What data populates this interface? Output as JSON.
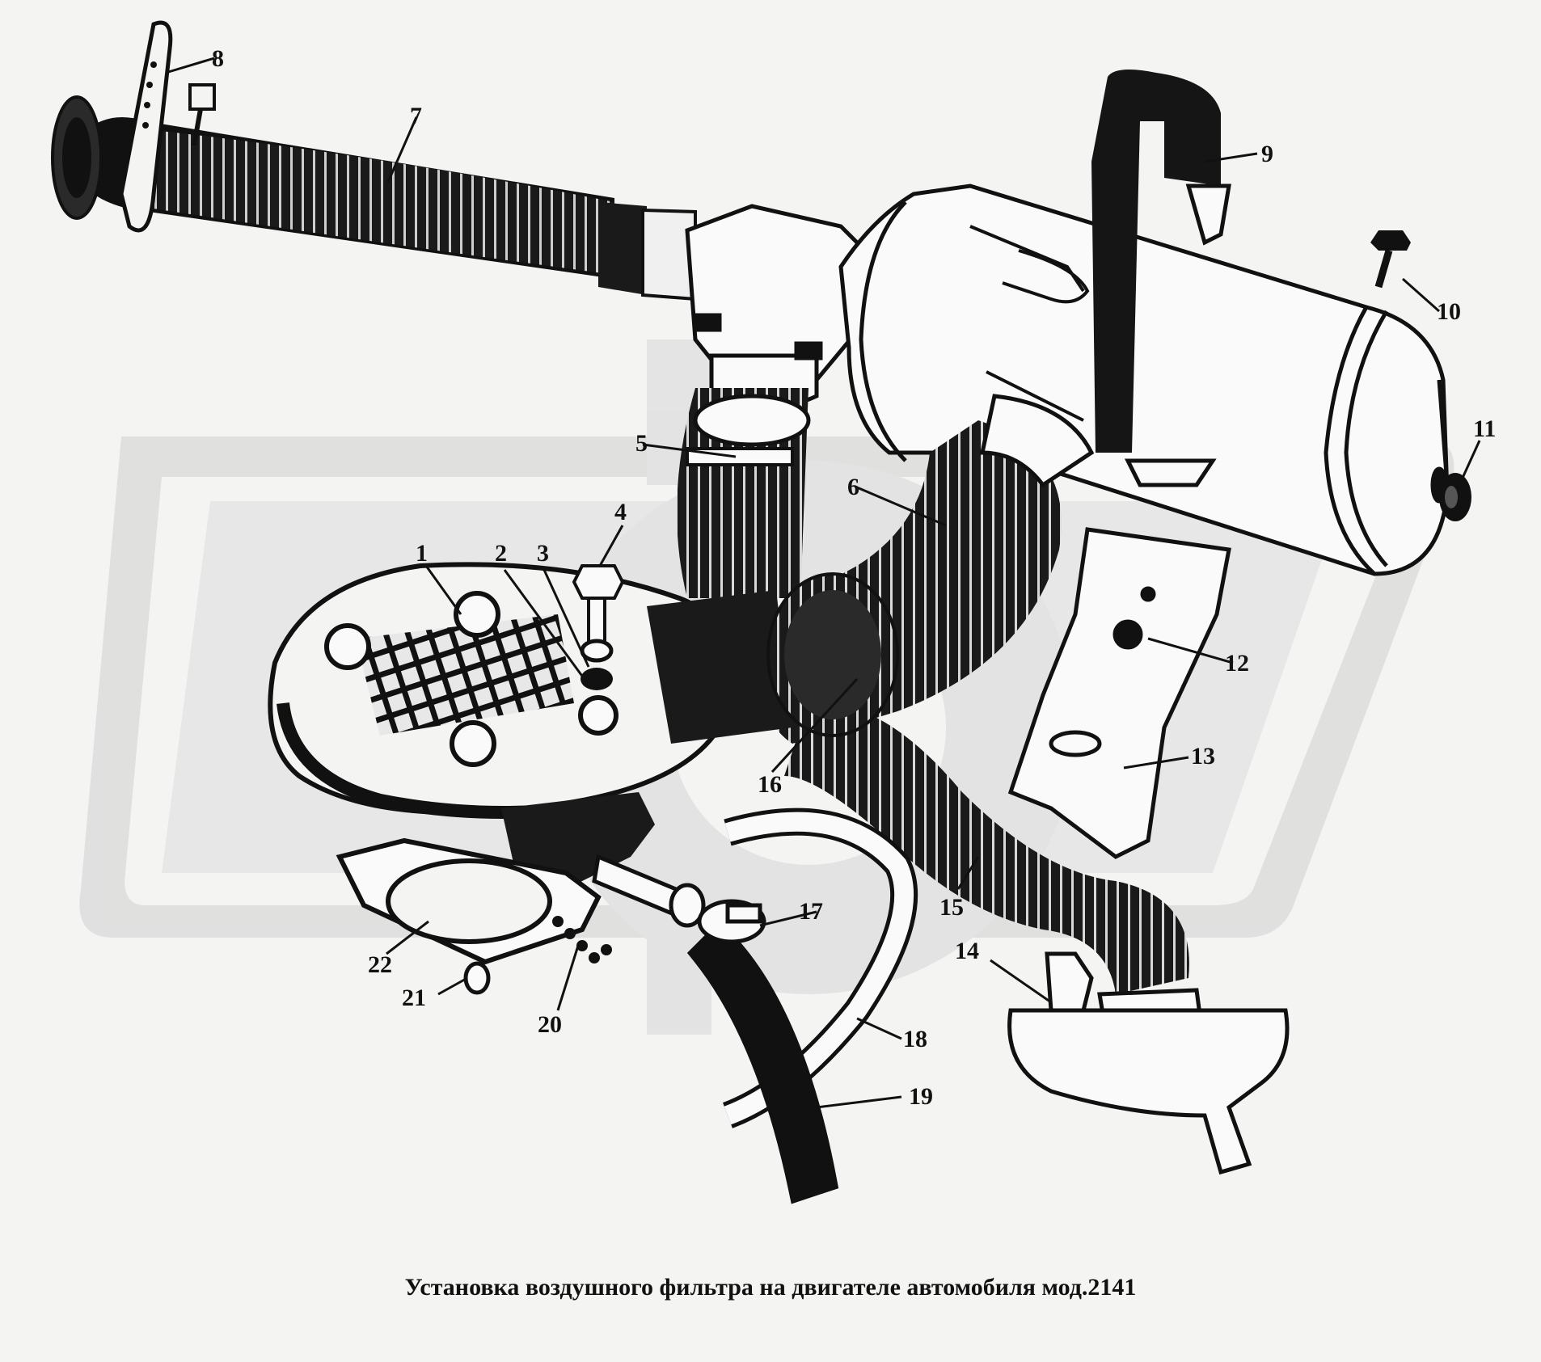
{
  "diagram": {
    "caption": "Установка воздушного фильтра  на двигателе автомобиля мод.2141",
    "callouts": [
      {
        "id": "c1",
        "label": "1"
      },
      {
        "id": "c2",
        "label": "2"
      },
      {
        "id": "c3",
        "label": "3"
      },
      {
        "id": "c4",
        "label": "4"
      },
      {
        "id": "c5",
        "label": "5"
      },
      {
        "id": "c6",
        "label": "6"
      },
      {
        "id": "c7",
        "label": "7"
      },
      {
        "id": "c8",
        "label": "8"
      },
      {
        "id": "c9",
        "label": "9"
      },
      {
        "id": "c10",
        "label": "10"
      },
      {
        "id": "c11",
        "label": "11"
      },
      {
        "id": "c12",
        "label": "12"
      },
      {
        "id": "c13",
        "label": "13"
      },
      {
        "id": "c14",
        "label": "14"
      },
      {
        "id": "c15",
        "label": "15"
      },
      {
        "id": "c16",
        "label": "16"
      },
      {
        "id": "c17",
        "label": "17"
      },
      {
        "id": "c18",
        "label": "18"
      },
      {
        "id": "c19",
        "label": "19"
      },
      {
        "id": "c20",
        "label": "20"
      },
      {
        "id": "c21",
        "label": "21"
      },
      {
        "id": "c22",
        "label": "22"
      }
    ],
    "colors": {
      "ink": "#111111",
      "paper": "#f4f4f2",
      "watermark": "#d9d9d9",
      "part_fill": "#fafafa"
    }
  }
}
